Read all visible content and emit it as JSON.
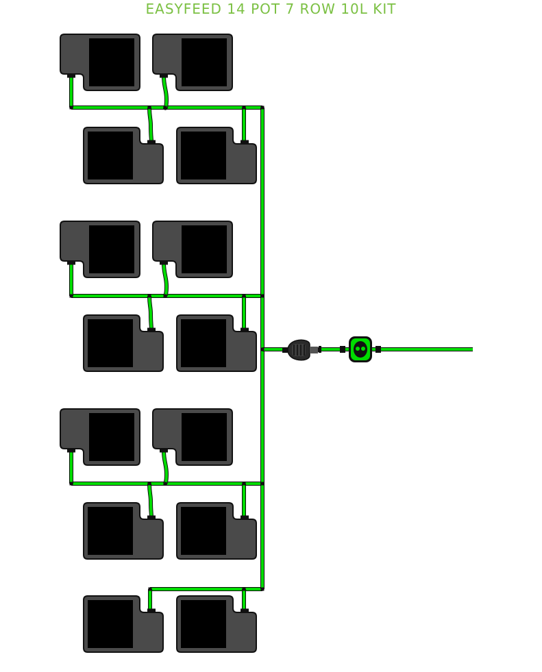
{
  "title": "EASYFEED 14 POT 7 ROW 10L KIT",
  "colors": {
    "title": "#7bc043",
    "tube": "#00dd00",
    "tube_edge": "#0c0c0c",
    "pot_body": "#4a4a4a",
    "pot_edge": "#111111",
    "pot_well": "#000000",
    "fitting": "#111111",
    "filter_body": "#2a2a2a",
    "valve_body": "#00dd00"
  },
  "components": {
    "pot_count": 14,
    "row_count": 7,
    "pot_size": "10L",
    "inline_filter": "filter-icon",
    "shutoff_valve": "valve-icon",
    "supply_line": "tube"
  }
}
